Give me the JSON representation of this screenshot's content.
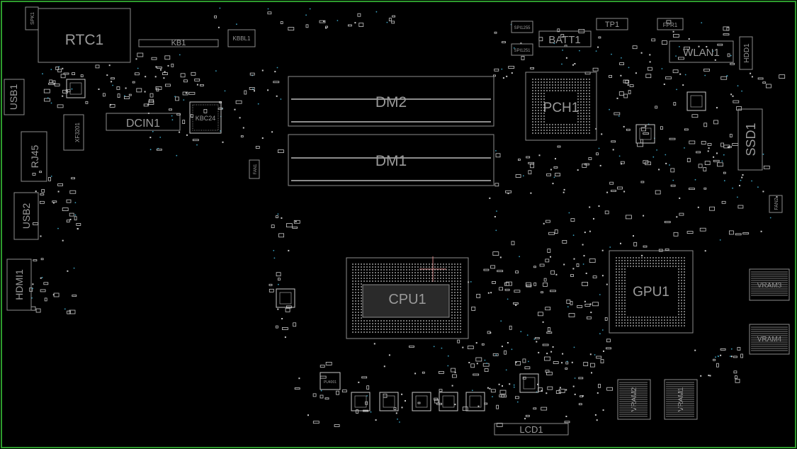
{
  "colors": {
    "background": "#000000",
    "board_outline": "#2e9c2e",
    "silkscreen": "#8c8c8c",
    "label_large": "#9a9a9a",
    "pad": "#c8c8c8",
    "via": "#3aa0c0",
    "highlight": "#d08080"
  },
  "labels": {
    "rtc": "RTC1",
    "spk": "SPK1",
    "kb": "KB1",
    "kbbl": "KBBL1",
    "dm2": "DM2",
    "dm1": "DM1",
    "batt": "BATT1",
    "tp": "TP1",
    "fpr": "FPR1",
    "wlan": "WLAN1",
    "hdd": "HDD1",
    "pch": "PCH1",
    "ssd": "SSD1",
    "usb1": "USB1",
    "dcin": "DCIN1",
    "kbc": "KBC24",
    "xf": "XF3201",
    "rj45": "RJ45",
    "usb2": "USB2",
    "hdmi": "HDMI1",
    "cpu": "CPU1",
    "gpu": "GPU1",
    "vram1": "VRAM1",
    "vram2": "VRAM2",
    "vram3": "VRAM3",
    "vram4": "VRAM4",
    "fan1": "FAN1",
    "fan2": "FAN2",
    "lcd": "LCD1",
    "spi1": "SPI1255",
    "spi2": "SPI1251",
    "pu": "PU4001"
  }
}
